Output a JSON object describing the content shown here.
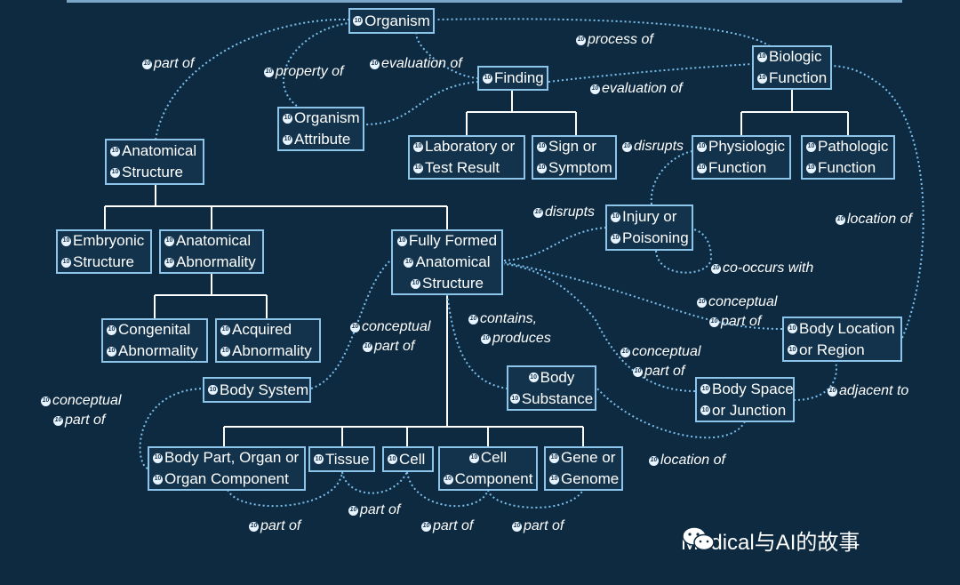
{
  "badge": "10",
  "nodes": {
    "organism": [
      "Organism"
    ],
    "biologic_function": [
      "Biologic",
      "Function"
    ],
    "finding": [
      "Finding"
    ],
    "organism_attribute": [
      "Organism",
      "Attribute"
    ],
    "anatomical_structure": [
      "Anatomical",
      "Structure"
    ],
    "laboratory_result": [
      "Laboratory  or",
      "Test Result"
    ],
    "sign_symptom": [
      "Sign or",
      "Symptom"
    ],
    "physiologic_function": [
      "Physiologic",
      "Function"
    ],
    "pathologic_function": [
      "Pathologic",
      "Function"
    ],
    "embryonic_structure": [
      "Embryonic",
      "Structure"
    ],
    "anatomical_abnormality": [
      "Anatomical",
      "Abnormality"
    ],
    "fully_formed_structure": [
      "Fully Formed",
      "Anatomical",
      "Structure"
    ],
    "injury_poisoning": [
      "Injury or",
      "Poisoning"
    ],
    "congenital_abnormality": [
      "Congenital",
      "Abnormality"
    ],
    "acquired_abnormality": [
      "Acquired",
      "Abnormality"
    ],
    "body_location": [
      "Body Location",
      "or Region"
    ],
    "body_system": [
      "Body System"
    ],
    "body_substance": [
      "Body",
      "Substance"
    ],
    "body_space": [
      "Body Space",
      "or Junction"
    ],
    "body_part": [
      "Body Part, Organ or",
      "Organ Component"
    ],
    "tissue": [
      "Tissue"
    ],
    "cell": [
      "Cell"
    ],
    "cell_component": [
      "Cell",
      "Component"
    ],
    "gene_genome": [
      "Gene or",
      "Genome"
    ]
  },
  "relations": {
    "part_of_top": [
      "part of"
    ],
    "property_of": [
      "property of"
    ],
    "evaluation_of_1": [
      "evaluation of"
    ],
    "process_of": [
      "process of"
    ],
    "evaluation_of_2": [
      "evaluation of"
    ],
    "disrupts_1": [
      "disrupts"
    ],
    "disrupts_2": [
      "disrupts"
    ],
    "location_of_1": [
      "location of"
    ],
    "co_occurs_with": [
      "co-occurs with"
    ],
    "conceptual_part_of_1": [
      "conceptual",
      "part of"
    ],
    "conceptual_part_of_2": [
      "conceptual",
      "part of"
    ],
    "contains_produces": [
      "contains,",
      "produces"
    ],
    "conceptual_part_of_3": [
      "conceptual",
      "part of"
    ],
    "conceptual_part_of_4": [
      "conceptual",
      "part of"
    ],
    "adjacent_to": [
      "adjacent to"
    ],
    "location_of_2": [
      "location of"
    ],
    "part_of_b1": [
      "part of"
    ],
    "part_of_b2": [
      "part of"
    ],
    "part_of_b3": [
      "part of"
    ],
    "part_of_b4": [
      "part of"
    ]
  },
  "watermark": "Medical与AI的故事",
  "colors": {
    "background": "#0d2a40",
    "box_border": "#8cc4ea",
    "relation_line": "#7cc0ee",
    "text": "#ffffff"
  }
}
